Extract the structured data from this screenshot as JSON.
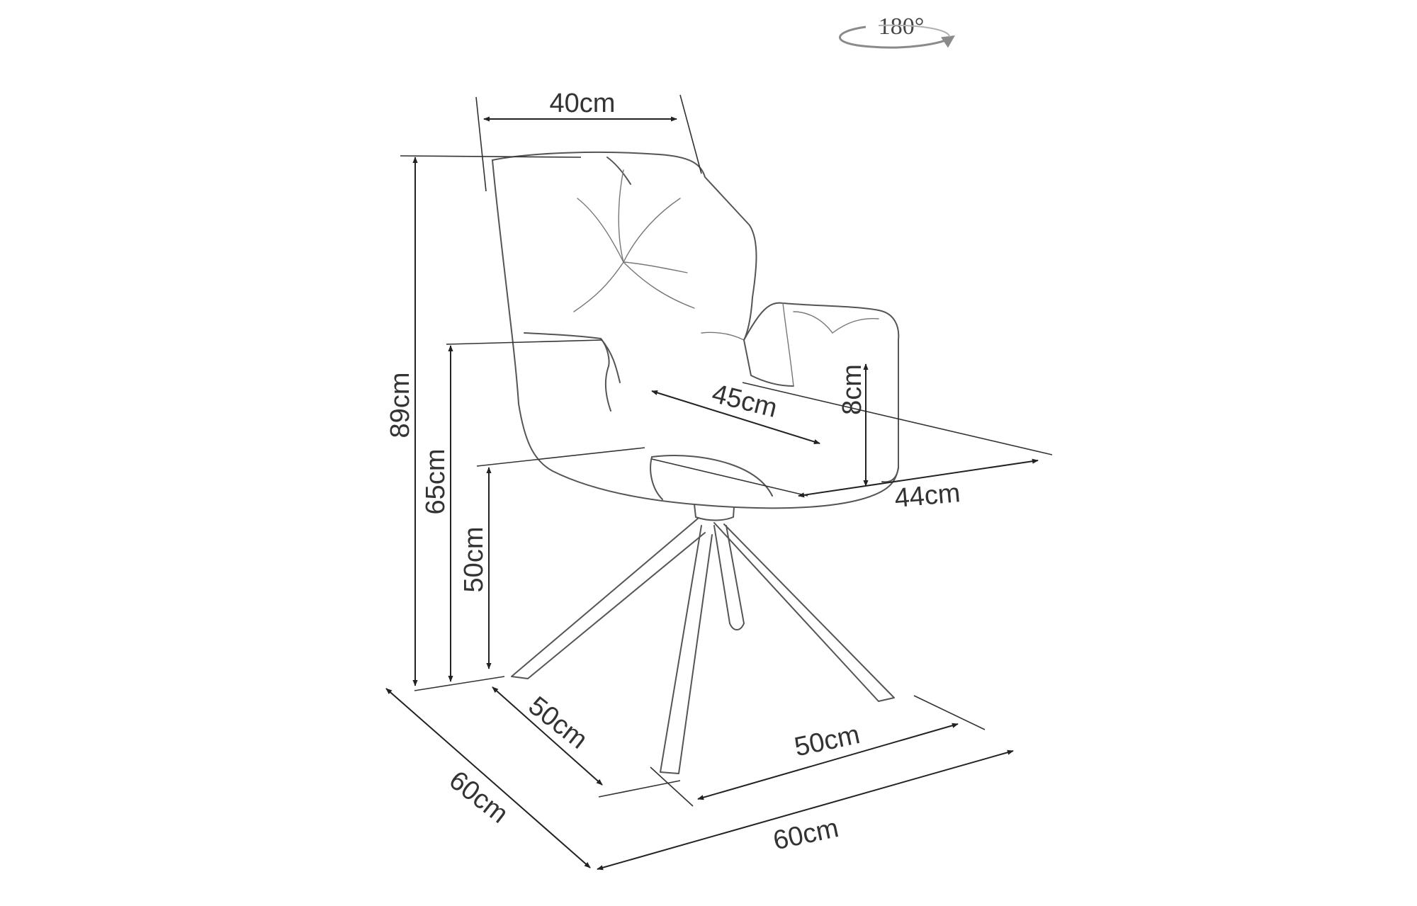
{
  "rotation": {
    "label": "180°",
    "icon": "rotate-arrow-icon"
  },
  "dimensions": {
    "backrest_width": "40cm",
    "total_height": "89cm",
    "armrest_height": "65cm",
    "seat_height": "50cm",
    "seat_depth": "45cm",
    "armrest_thickness": "8cm",
    "seat_width": "44cm",
    "base_depth": "50cm",
    "base_width": "50cm",
    "overall_depth": "60cm",
    "overall_width": "60cm"
  },
  "colors": {
    "line": "#222222",
    "sketch": "#555555",
    "rotation_arrow": "#8a8a8a"
  }
}
